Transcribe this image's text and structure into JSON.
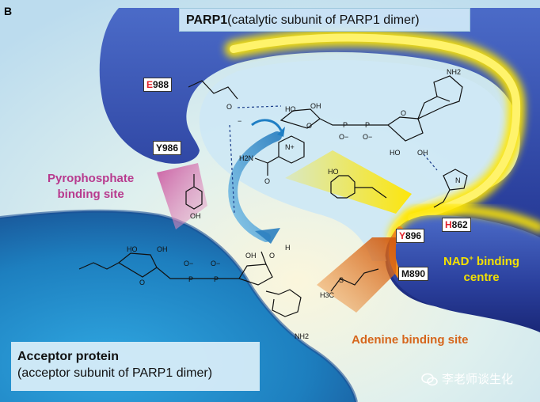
{
  "panel_letter": "B",
  "title": {
    "bold": "PARP1",
    "rest": "(catalytic subunit of PARP1 dimer)"
  },
  "residues": {
    "e988": {
      "first": "E",
      "rest": "988"
    },
    "y986": "Y986",
    "h862": {
      "first": "H",
      "rest": "862"
    },
    "y896": {
      "first": "Y",
      "rest": "896"
    },
    "m890": "M890"
  },
  "sites": {
    "pyrophosphate": [
      "Pyrophosphate",
      "binding site"
    ],
    "nad": {
      "line1_prefix": "NAD",
      "line1_sup": "+",
      "line1_suffix": " binding",
      "line2": "centre"
    },
    "adenine": "Adenine binding site"
  },
  "acceptor": {
    "bold": "Acceptor protein",
    "rest": "(acceptor subunit of PARP1 dimer)"
  },
  "watermark": "李老师谈生化",
  "chem_labels": {
    "ho": "HO",
    "oh": "OH",
    "o": "O",
    "nh2": "NH2",
    "h2n": "H2N",
    "n": "N",
    "nplus": "N+",
    "p": "P",
    "o_minus": "O−",
    "s": "S",
    "h3c": "H3C",
    "h": "H",
    "minus": "−"
  },
  "colors": {
    "parp_dark": "#1f2f86",
    "parp_mid": "#3a56b5",
    "acceptor_blue": "#1d7fbf",
    "nad_yellow": "#ffe600",
    "pyro_magenta": "#c23f8f",
    "adenine_orange": "#d6661c",
    "residue_red": "#e0202a"
  }
}
